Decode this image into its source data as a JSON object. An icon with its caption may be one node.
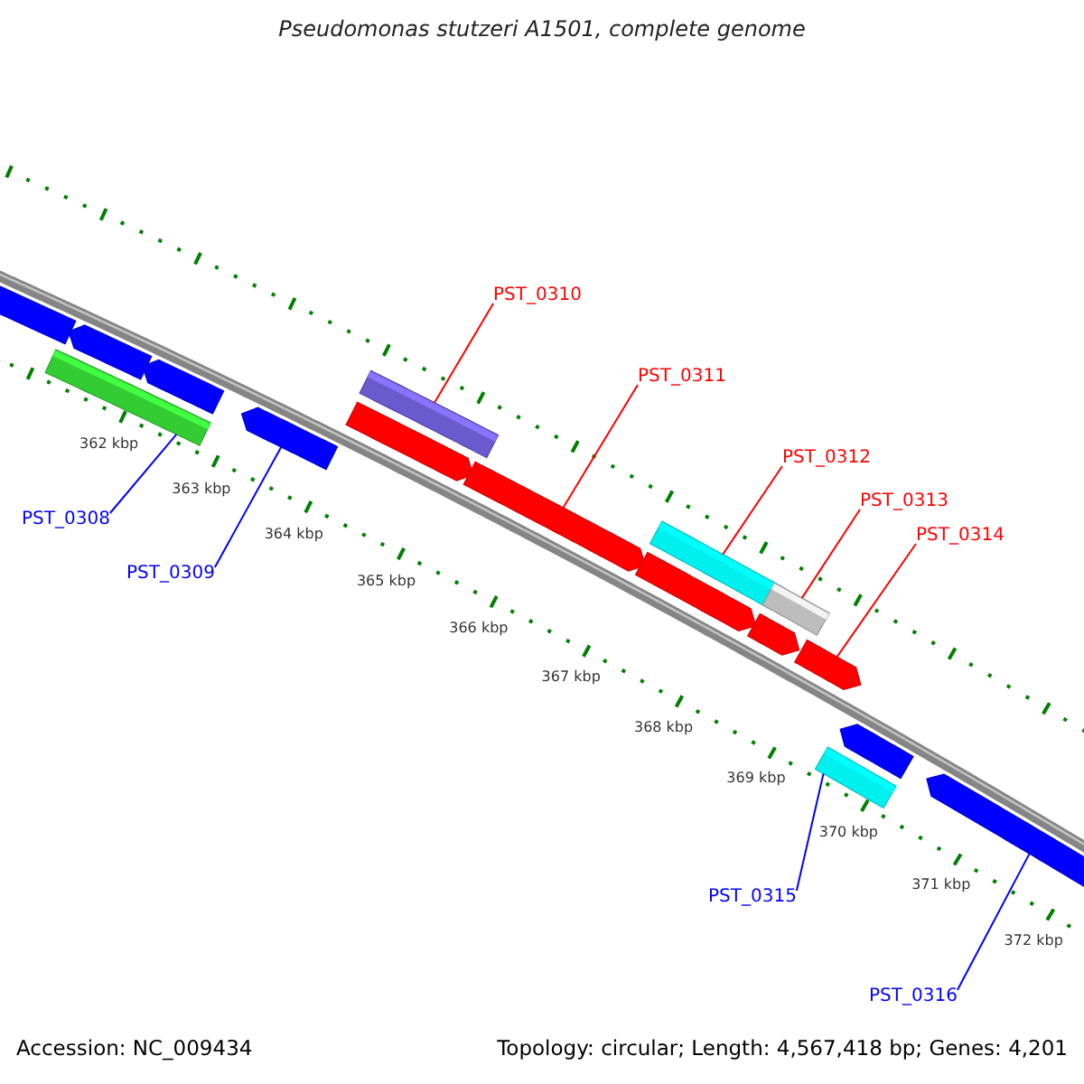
{
  "diagram": {
    "title": "Pseudomonas stutzeri A1501, complete genome",
    "nodes": [
      {
        "text": [
          "PST_0310"
        ]
      },
      {
        "text": [
          "PST_0311"
        ]
      },
      {
        "text": [
          "PST_0312"
        ]
      },
      {
        "text": [
          "PST_0313"
        ]
      },
      {
        "text": [
          "PST_0308"
        ]
      },
      {
        "text": [
          "PST_0314"
        ]
      },
      {
        "text": [
          "PST_0309"
        ]
      },
      {
        "text": [
          "PST_0315"
        ]
      },
      {
        "text": [
          "PST_0316"
        ]
      },
      {
        "text": [],
        "shape": "bar"
      },
      {
        "text": [],
        "shape": "bar"
      },
      {
        "text": [],
        "shape": "bar"
      },
      {
        "text": [],
        "shape": "bar"
      },
      {
        "text": [],
        "shape": "bar"
      },
      {
        "text": [],
        "shape": "bar"
      },
      {
        "text": [],
        "shape": "bar"
      },
      {
        "text": [],
        "shape": "bar"
      },
      {
        "text": [],
        "shape": "bar"
      },
      {
        "text": [],
        "shape": "bar"
      },
      {
        "text": [],
        "shape": "bar"
      },
      {
        "text": [],
        "shape": "bar"
      },
      {
        "text": [],
        "shape": "bar"
      },
      {
        "text": [],
        "shape": "bar"
      },
      {
        "text": [],
        "shape": "bar"
      },
      {
        "text": [],
        "shape": "bar"
      }
    ],
    "edges": [
      {
        "from": 0,
        "to": 15,
        "arrow": "none"
      },
      {
        "from": 1,
        "to": 16,
        "arrow": "none"
      },
      {
        "from": 2,
        "to": 18,
        "arrow": "none"
      },
      {
        "from": 3,
        "to": 20,
        "arrow": "none"
      },
      {
        "from": 4,
        "to": 10,
        "arrow": "none",
        "color": "#0000ff"
      },
      {
        "from": 5,
        "to": 21,
        "arrow": "none"
      },
      {
        "from": 6,
        "to": 13,
        "arrow": "none",
        "color": "#0000ff"
      },
      {
        "from": 7,
        "to": 22,
        "arrow": "none",
        "color": "#0000ff"
      },
      {
        "from": 8,
        "to": 24,
        "arrow": "none",
        "color": "#0000ff"
      }
    ],
    "labels": [
      "362 kbp",
      "363 kbp",
      "364 kbp",
      "365 kbp",
      "366 kbp",
      "367 kbp",
      "368 kbp",
      "369 kbp",
      "370 kbp",
      "371 kbp",
      "372 kbp",
      "Accession: NC_009434",
      "Topology: circular; Length: 4,567,418 bp; Genes: 4,201"
    ]
  }
}
